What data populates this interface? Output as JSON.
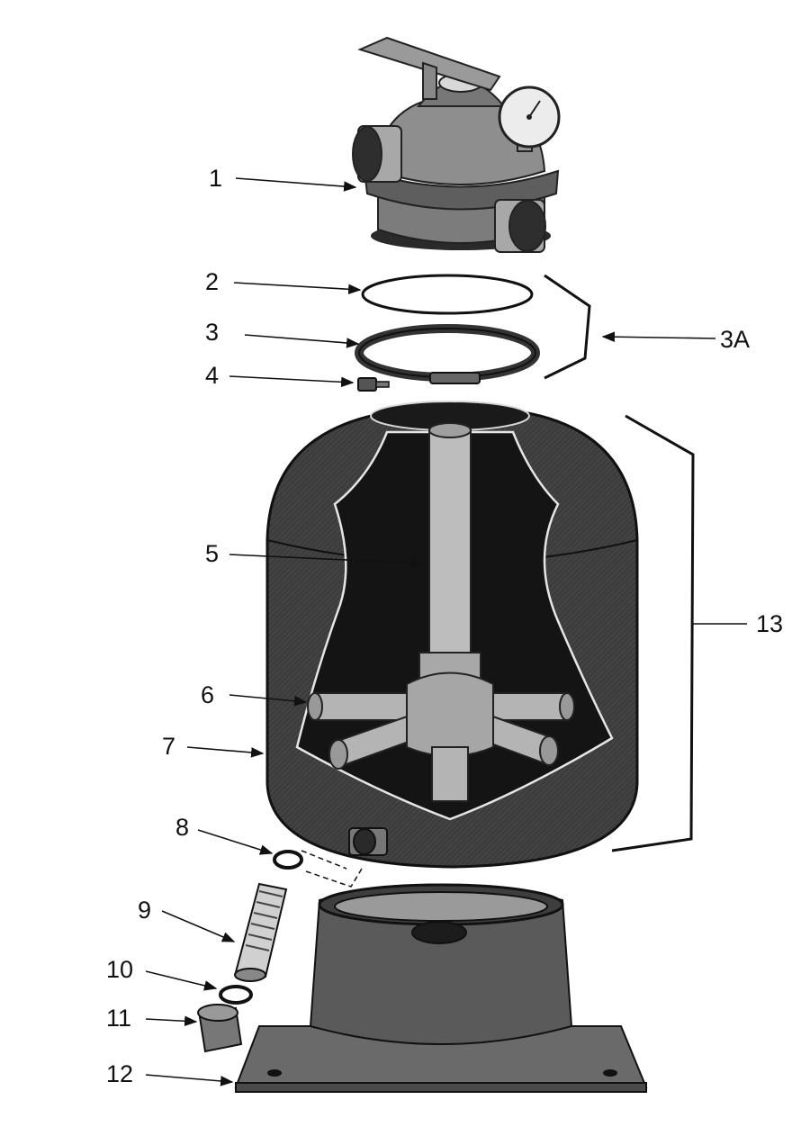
{
  "diagram": {
    "callouts": [
      {
        "id": "1",
        "label": "1"
      },
      {
        "id": "2",
        "label": "2"
      },
      {
        "id": "3",
        "label": "3"
      },
      {
        "id": "3a",
        "label": "3A"
      },
      {
        "id": "4",
        "label": "4"
      },
      {
        "id": "5",
        "label": "5"
      },
      {
        "id": "6",
        "label": "6"
      },
      {
        "id": "7",
        "label": "7"
      },
      {
        "id": "8",
        "label": "8"
      },
      {
        "id": "9",
        "label": "9"
      },
      {
        "id": "10",
        "label": "10"
      },
      {
        "id": "11",
        "label": "11"
      },
      {
        "id": "12",
        "label": "12"
      },
      {
        "id": "13",
        "label": "13"
      }
    ],
    "colors": {
      "tank": "#3a3a3a",
      "tank_dark": "#161616",
      "pipe": "#b9b9b9",
      "valve": "#8e8e8e",
      "base": "#6d6d6d",
      "ink": "#111111"
    }
  }
}
